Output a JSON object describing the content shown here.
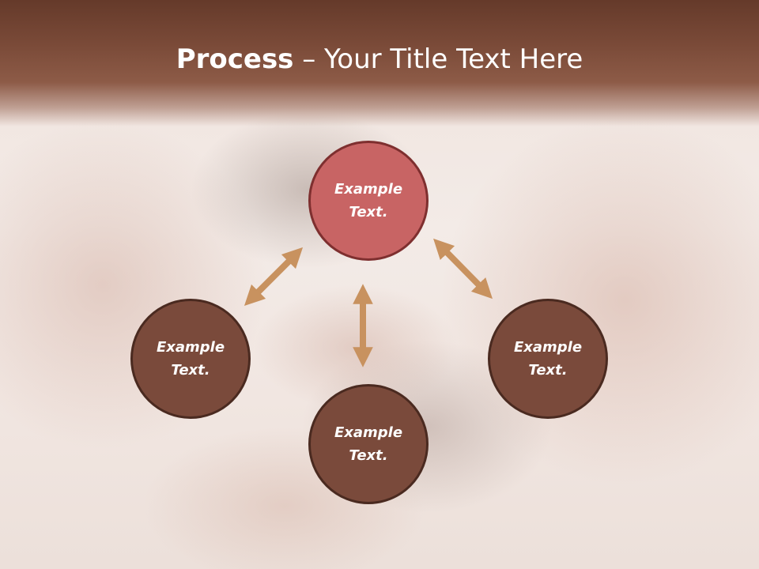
{
  "title": {
    "bold": "Process",
    "rest": " – Your Title Text Here"
  },
  "nodes": {
    "top": "Example Text.",
    "left": "Example Text.",
    "right": "Example Text.",
    "bottom": "Example Text."
  },
  "colors": {
    "header": "#6f4130",
    "node_fill": "#7a4a3b",
    "node_highlight": "#c86464",
    "arrow": "#c8925f"
  }
}
